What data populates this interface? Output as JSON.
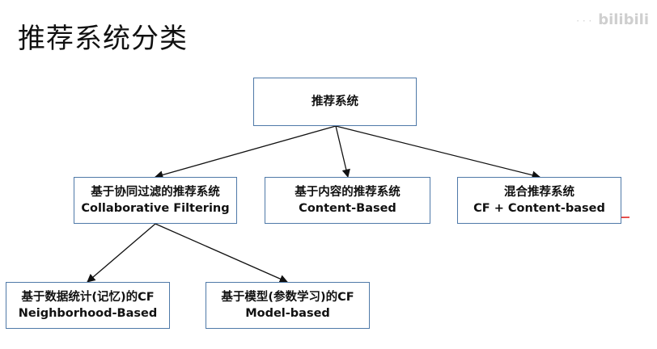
{
  "title": "推荐系统分类",
  "watermark": {
    "text": "· · ·",
    "logo": "bilibili"
  },
  "diagram": {
    "root": {
      "line1": "推荐系统"
    },
    "cf": {
      "line1": "基于协同过滤的推荐系统",
      "line2": "Collaborative Filtering"
    },
    "content": {
      "line1": "基于内容的推荐系统",
      "line2": "Content-Based"
    },
    "hybrid": {
      "line1": "混合推荐系统",
      "line2": "CF + Content-based"
    },
    "neighborhood": {
      "line1": "基于数据统计(记忆)的CF",
      "line2": "Neighborhood-Based"
    },
    "model": {
      "line1": "基于模型(参数学习)的CF",
      "line2": "Model-based"
    }
  },
  "colors": {
    "box_border": "#4f79a8",
    "arrow": "#111111",
    "annotation": "#e0201c"
  }
}
